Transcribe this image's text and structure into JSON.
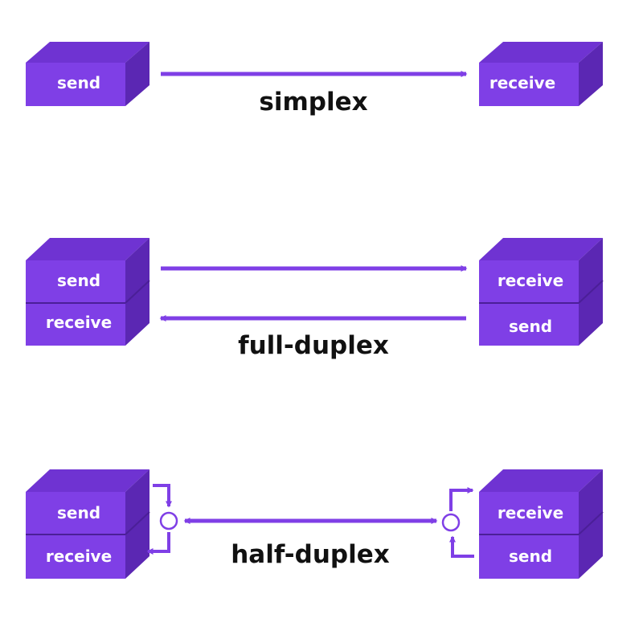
{
  "colors": {
    "face": "#7f3fe6",
    "top": "#6f33d2",
    "side": "#5b27b3",
    "seam": "#4b1f98",
    "arrow": "#7f3fe6",
    "label_text": "#ffffff",
    "title_text": "#111111"
  },
  "simplex": {
    "title": "simplex",
    "left": {
      "label": "send"
    },
    "right": {
      "label": "receive"
    }
  },
  "full_duplex": {
    "title": "full-duplex",
    "left": {
      "top_label": "send",
      "bottom_label": "receive"
    },
    "right": {
      "top_label": "receive",
      "bottom_label": "send"
    }
  },
  "half_duplex": {
    "title": "half-duplex",
    "left": {
      "top_label": "send",
      "bottom_label": "receive"
    },
    "right": {
      "top_label": "receive",
      "bottom_label": "send"
    }
  }
}
